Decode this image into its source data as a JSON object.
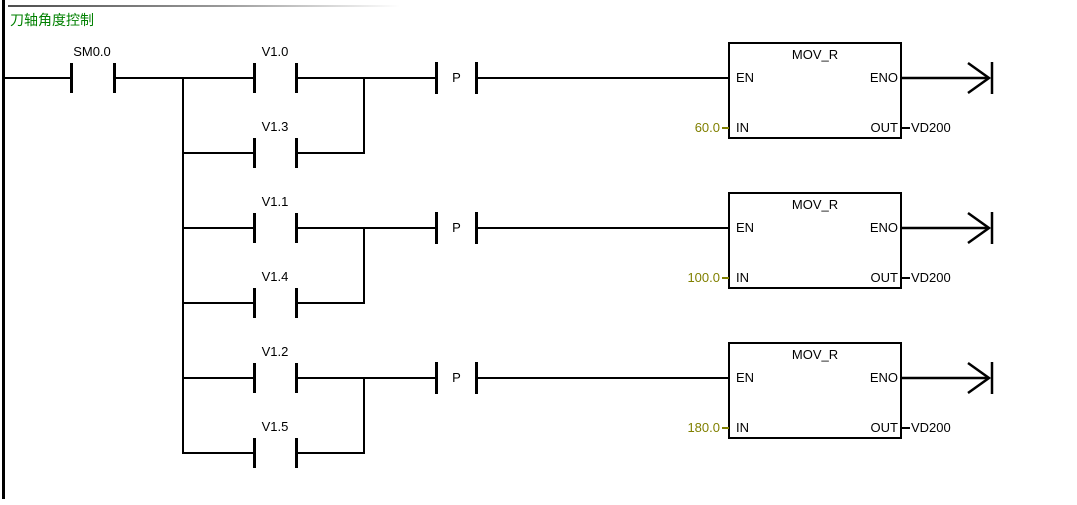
{
  "colors": {
    "wire": "#000000",
    "operand_value": "#808000",
    "title_green": "#008000"
  },
  "network": {
    "title": "刀轴角度控制",
    "power_contact_label": "SM0.0",
    "rungs": [
      {
        "contact_top": "V1.0",
        "contact_bottom": "V1.3",
        "edge_label": "P",
        "block": {
          "title": "MOV_R",
          "en": "EN",
          "eno": "ENO",
          "in": "IN",
          "out": "OUT",
          "in_value": "60.0",
          "out_operand": "VD200"
        }
      },
      {
        "contact_top": "V1.1",
        "contact_bottom": "V1.4",
        "edge_label": "P",
        "block": {
          "title": "MOV_R",
          "en": "EN",
          "eno": "ENO",
          "in": "IN",
          "out": "OUT",
          "in_value": "100.0",
          "out_operand": "VD200"
        }
      },
      {
        "contact_top": "V1.2",
        "contact_bottom": "V1.5",
        "edge_label": "P",
        "block": {
          "title": "MOV_R",
          "en": "EN",
          "eno": "ENO",
          "in": "IN",
          "out": "OUT",
          "in_value": "180.0",
          "out_operand": "VD200"
        }
      }
    ]
  }
}
